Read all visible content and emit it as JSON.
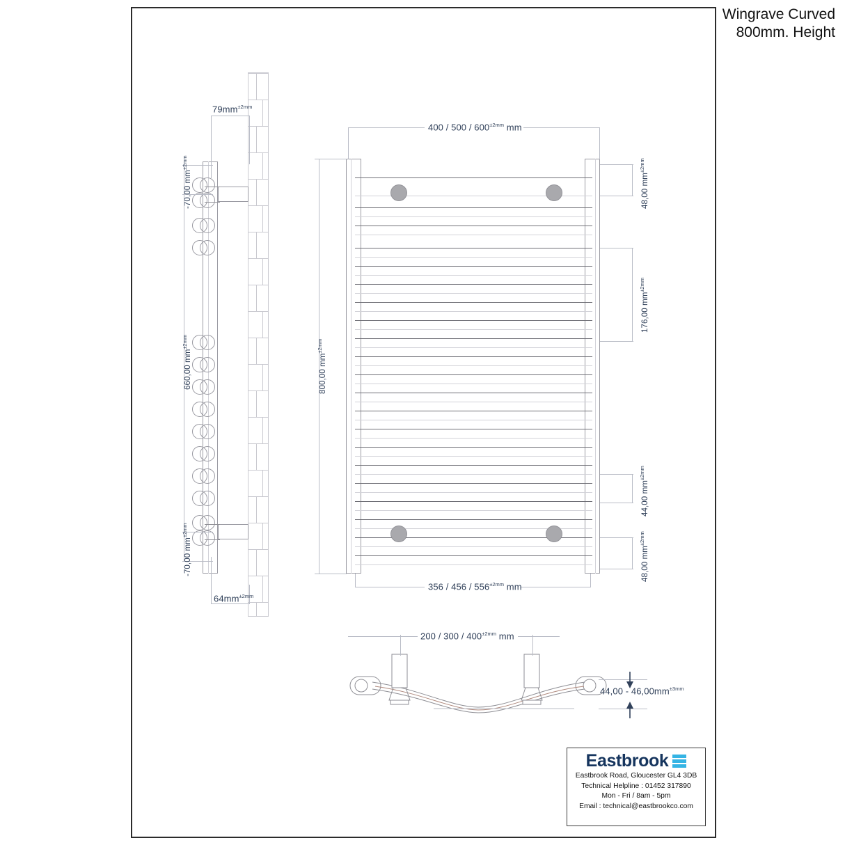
{
  "title": {
    "line1": "Wingrave Curved",
    "line2": "800mm. Height"
  },
  "side_view": {
    "depth_top": {
      "tol": "±2mm",
      "value": "79mm"
    },
    "bracket_top": {
      "tol": "±2mm",
      "value": "-70,00 mm"
    },
    "centres": {
      "tol": "±2mm",
      "value": "660,00 mm"
    },
    "bracket_bottom": {
      "tol": "±2mm",
      "value": "-70,00 mm"
    },
    "depth_bottom": {
      "tol": "±2mm",
      "value": "64mm"
    }
  },
  "front_view": {
    "width_top": {
      "text": "400 / 500 / 600",
      "tol": "±2mm",
      "unit": "mm"
    },
    "width_bottom": {
      "text": "356 / 456 / 556",
      "tol": "±2mm",
      "unit": "mm"
    },
    "height": {
      "tol": "±2mm",
      "value": "800,00 mm"
    },
    "top_offset": {
      "tol": "±2mm",
      "value": "48,00 mm"
    },
    "rail_gap": {
      "tol": "±2mm",
      "value": "176,00 mm"
    },
    "rail_pitch": {
      "tol": "±2mm",
      "value": "44,00 mm"
    },
    "bottom_offset": {
      "tol": "±2mm",
      "value": "48,00 mm"
    }
  },
  "plan_view": {
    "bracket_centres": {
      "text": "200 / 300 / 400",
      "tol": "±2mm",
      "unit": "mm"
    },
    "curve_depth": {
      "text": "44,00 - 46,00",
      "tol": "±3mm",
      "unit": "mm"
    }
  },
  "logo": {
    "word": "Eastbrook",
    "mark": "three-bars-icon",
    "address": "Eastbrook Road, Gloucester GL4 3DB",
    "helpline": "Technical Helpline : 01452 317890",
    "hours": "Mon - Fri / 8am - 5pm",
    "email": "Email : technical@eastbrookco.com"
  },
  "colors": {
    "brand_blue": "#16355e",
    "accent_cyan": "#35b4e4",
    "dim_text": "#31415a",
    "line": "#8e8e94"
  }
}
